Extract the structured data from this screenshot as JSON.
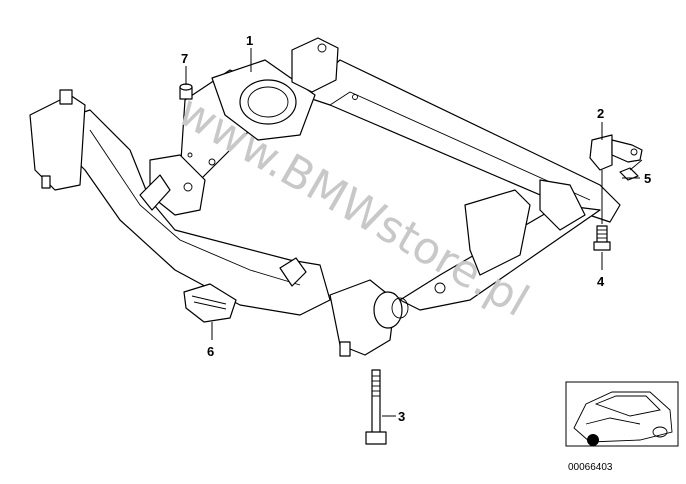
{
  "callouts": {
    "c1": "1",
    "c2": "2",
    "c3": "3",
    "c4": "4",
    "c5": "5",
    "c6": "6",
    "c7": "7"
  },
  "watermark": "www.BMWstore.pl",
  "reference_number": "00066403",
  "colors": {
    "line": "#000000",
    "background": "#ffffff",
    "watermark": "#c8c8c8"
  }
}
